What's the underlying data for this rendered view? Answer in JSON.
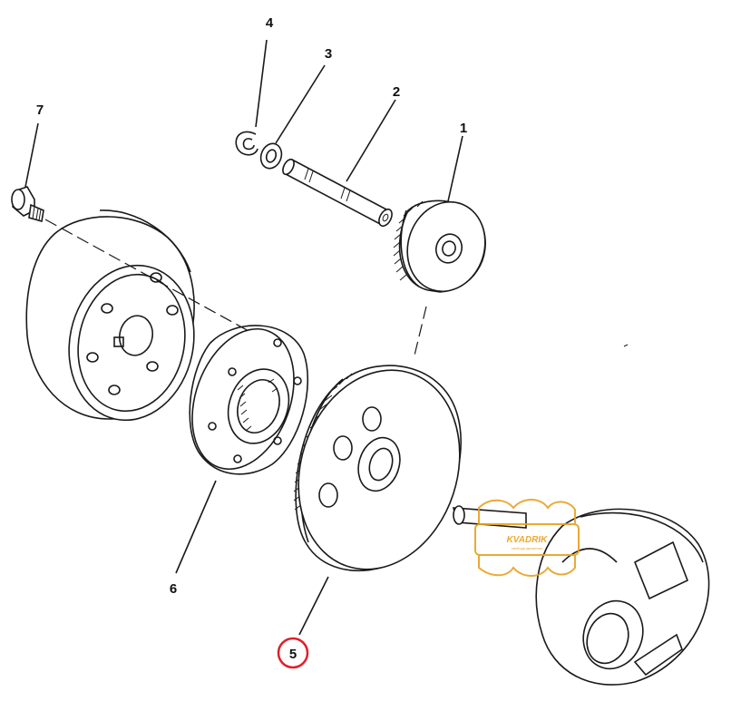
{
  "callouts": {
    "part_1": "1",
    "part_2": "2",
    "part_3": "3",
    "part_4": "4",
    "part_5": "5",
    "part_6": "6",
    "part_7": "7"
  },
  "highlight": {
    "part": "5",
    "color": "#e0202a"
  },
  "watermark": {
    "brand": "KVADRIK",
    "tagline": "свобода движения",
    "color": "#e8a020"
  }
}
